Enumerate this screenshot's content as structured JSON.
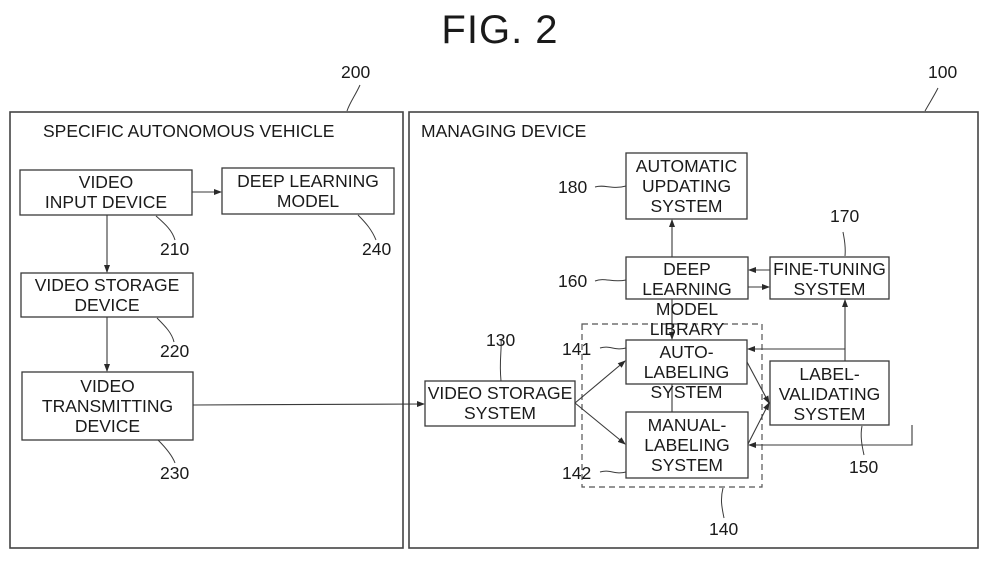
{
  "figure": {
    "title": "FIG. 2"
  },
  "vehicle": {
    "ref": "200",
    "header": "SPECIFIC AUTONOMOUS VEHICLE",
    "blocks": {
      "video_input": {
        "lines": [
          "VIDEO",
          "INPUT DEVICE"
        ],
        "ref": "210"
      },
      "dl_model": {
        "lines": [
          "DEEP LEARNING",
          "MODEL"
        ],
        "ref": "240"
      },
      "video_storage": {
        "lines": [
          "VIDEO STORAGE",
          "DEVICE"
        ],
        "ref": "220"
      },
      "video_transmit": {
        "lines": [
          "VIDEO",
          "TRANSMITTING",
          "DEVICE"
        ],
        "ref": "230"
      }
    }
  },
  "manager": {
    "ref": "100",
    "header": "MANAGING DEVICE",
    "blocks": {
      "auto_update": {
        "lines": [
          "AUTOMATIC",
          "UPDATING",
          "SYSTEM"
        ],
        "ref": "180"
      },
      "model_library": {
        "lines": [
          "DEEP LEARNING",
          "MODEL LIBRARY"
        ],
        "ref": "160"
      },
      "fine_tuning": {
        "lines": [
          "FINE-TUNING",
          "SYSTEM"
        ],
        "ref": "170"
      },
      "video_storage_system": {
        "lines": [
          "VIDEO STORAGE",
          "SYSTEM"
        ],
        "ref": "130"
      },
      "labeling_group": {
        "ref": "140"
      },
      "auto_labeling": {
        "lines": [
          "AUTO-LABELING",
          "SYSTEM"
        ],
        "ref": "141"
      },
      "manual_labeling": {
        "lines": [
          "MANUAL-",
          "LABELING",
          "SYSTEM"
        ],
        "ref": "142"
      },
      "label_validating": {
        "lines": [
          "LABEL-",
          "VALIDATING",
          "SYSTEM"
        ],
        "ref": "150"
      }
    }
  },
  "colors": {
    "ink": "#3a3a3a",
    "background": "#ffffff"
  }
}
